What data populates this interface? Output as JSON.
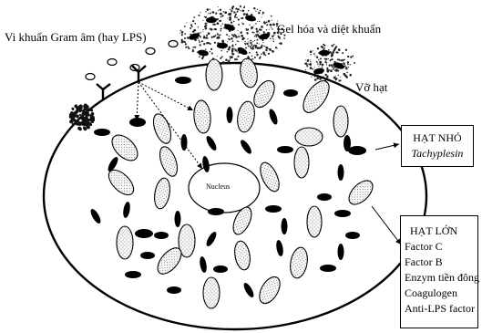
{
  "labels": {
    "gram_negative": "Vi khuẩn Gram âm (hay LPS)",
    "gel": "Gel hóa và diệt khuẩn",
    "burst": "Vỡ hạt",
    "nucleus": "Nucleus"
  },
  "small_granules_box": {
    "title": "HẠT NHỎ",
    "item": "Tachyplesin"
  },
  "large_granules_box": {
    "title": "HẠT LỚN",
    "items": [
      "Factor C",
      "Factor B",
      "Enzym tiền đông",
      "Coagulogen",
      "Anti-LPS factor"
    ]
  }
}
